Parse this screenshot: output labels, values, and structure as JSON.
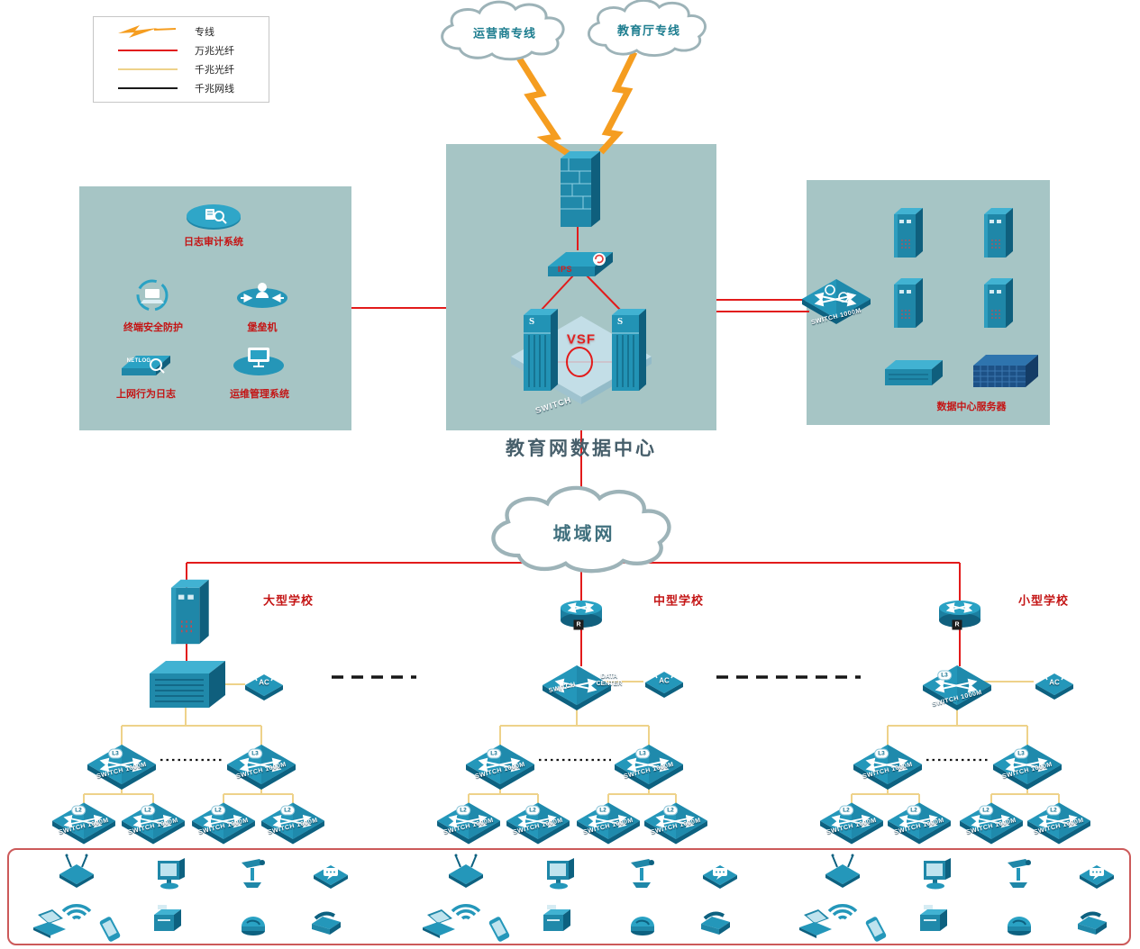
{
  "legend": {
    "items": [
      {
        "label": "专线",
        "icon": "lightning",
        "color": "#f59d20"
      },
      {
        "label": "万兆光纤",
        "icon": "line",
        "color": "#e21b1b"
      },
      {
        "label": "千兆光纤",
        "icon": "line",
        "color": "#eed28a"
      },
      {
        "label": "千兆网线",
        "icon": "line",
        "color": "#1a1a1a"
      }
    ]
  },
  "clouds": {
    "isp": "运营商专线",
    "edu": "教育厅专线",
    "man": "城域网"
  },
  "datacenter": {
    "title": "教育网数据中心",
    "vsf": "VSF",
    "vsf_switch": "SWITCH",
    "ips": "IPS",
    "chassis_logo": "S"
  },
  "security_zone": {
    "log_audit": "日志审计系统",
    "endpoint": "终端安全防护",
    "bastion": "堡垒机",
    "netlog": "上网行为日志",
    "netlog_tag": "NETLOG",
    "ops": "运维管理系统"
  },
  "server_zone": {
    "title": "数据中心服务器",
    "switch_label": "SWITCH 1000M"
  },
  "schools": {
    "large": "大型学校",
    "medium": "中型学校",
    "small": "小型学校"
  },
  "devices": {
    "switch_1000m": "SWITCH 1000M",
    "l3": "L3",
    "l2": "L2",
    "ac": "AC",
    "router_badge": "R",
    "switch": "SWITCH",
    "data_center": "DATA\nCENTER"
  },
  "colors": {
    "zone_bg": "#a6c5c5",
    "line_10g_fiber": "#e21b1b",
    "line_1g_fiber": "#eed28a",
    "line_1g_copper": "#1a1a1a",
    "device_teal": "#1f87a8",
    "label_red": "#c41515"
  }
}
